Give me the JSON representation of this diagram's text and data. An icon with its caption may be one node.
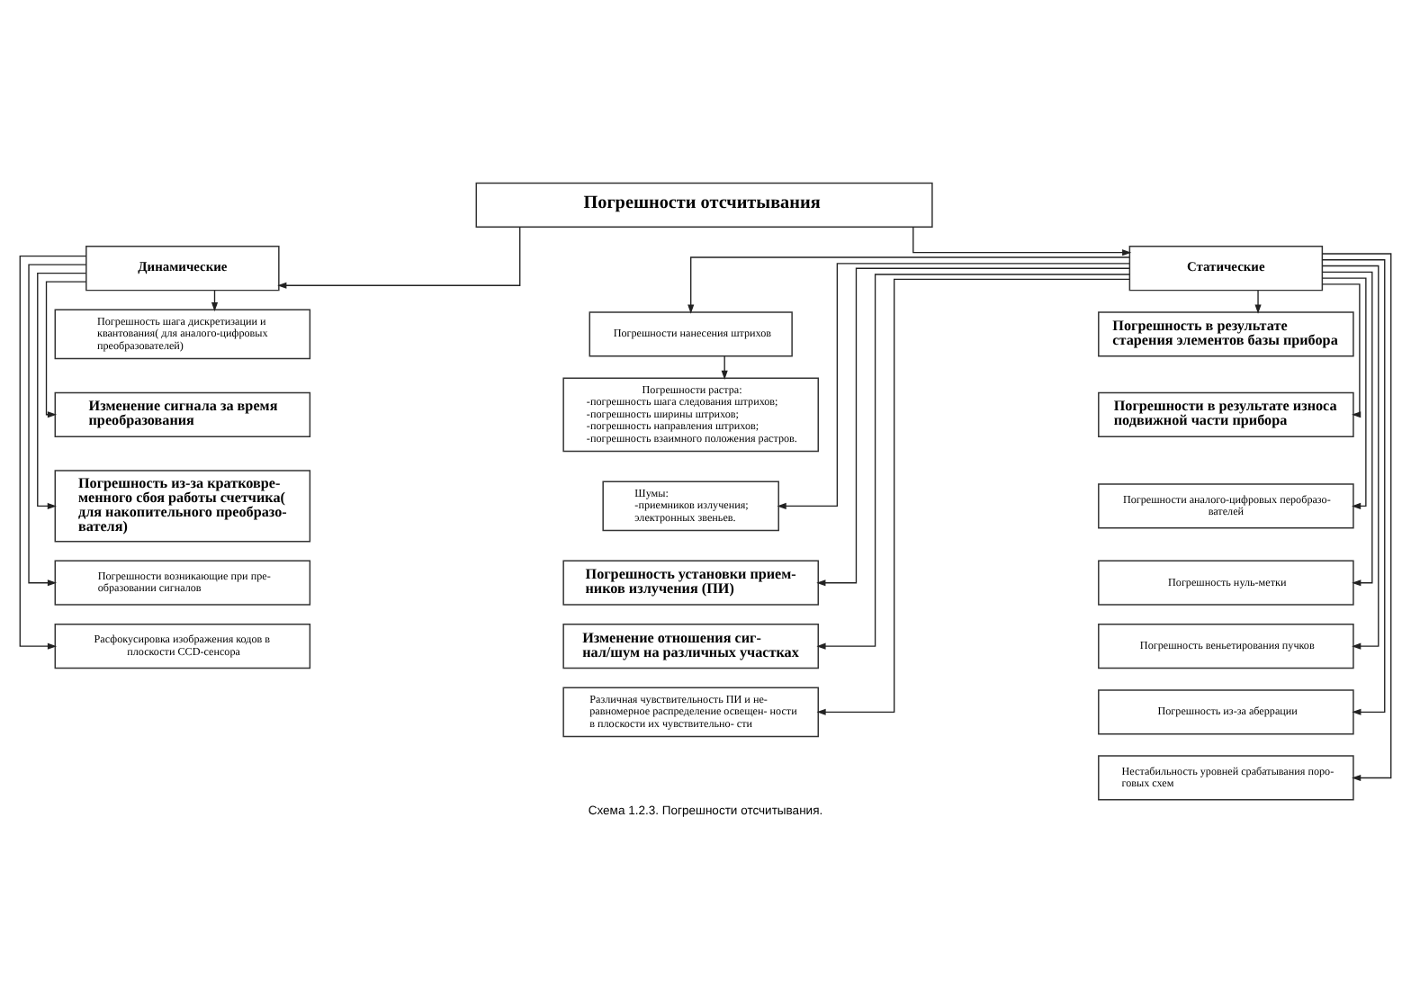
{
  "diagram": {
    "caption": "Схема 1.2.3. Погрешности отсчитывания.",
    "nodes": [
      {
        "text": [
          "Погрешности отсчитывания"
        ]
      },
      {
        "text": [
          "Динамические"
        ]
      },
      {
        "text": [
          "Статические"
        ]
      },
      {
        "text": [
          "Погрешность шага дискретизации и квантования( для аналого-цифровых преобразователей)"
        ]
      },
      {
        "text": [
          "Изменение сигнала за время преобразования"
        ]
      },
      {
        "text": [
          "Погрешность из-за кратковре- менного сбоя работы счетчика( для накопительного преобразо- вателя)"
        ]
      },
      {
        "text": [
          "Погрешности возникающие при пре- образовании сигналов"
        ]
      },
      {
        "text": [
          "Расфокусировка изображения кодов в плоскости CCD-сенсора"
        ]
      },
      {
        "text": [
          "Погрешности нанесения штрихов"
        ]
      },
      {
        "text": [
          "Погрешности растра:",
          "-погрешность шага следования штрихов;",
          "-погрешность ширины штрихов;",
          "-погрешность направления штрихов;",
          "-погрешность взаимного положения растров."
        ]
      },
      {
        "text": [
          "Шумы:",
          "-приемников излучения;",
          "электронных звеньев."
        ]
      },
      {
        "text": [
          "Погрешность установки прием- ников излучения (ПИ)"
        ]
      },
      {
        "text": [
          "Изменение отношения сиг- нал/шум на различных участках"
        ]
      },
      {
        "text": [
          "Различная чувствительность ПИ и не- равномерное распределение освещен- ности в плоскости их чувствительно- сти"
        ]
      },
      {
        "text": [
          "Погрешность в результате старения элементов базы прибора"
        ]
      },
      {
        "text": [
          "Погрешности в результате износа подвижной части прибора"
        ]
      },
      {
        "text": [
          "Погрешности аналого-цифровых перобразо- вателей"
        ]
      },
      {
        "text": [
          "Погрешность нуль-метки"
        ]
      },
      {
        "text": [
          "Погрешность веньетирования пучков"
        ]
      },
      {
        "text": [
          "Погрешность из-за аберрации"
        ]
      },
      {
        "text": [
          "Нестабильность уровней срабатывания поро- говых схем"
        ]
      }
    ],
    "edges": [
      {
        "from": 0,
        "to": 1,
        "arrow": "to"
      },
      {
        "from": 0,
        "to": 2,
        "arrow": "to"
      },
      {
        "from": 1,
        "to": 3,
        "arrow": "to"
      },
      {
        "from": 1,
        "to": 4,
        "arrow": "to"
      },
      {
        "from": 1,
        "to": 5,
        "arrow": "to"
      },
      {
        "from": 1,
        "to": 6,
        "arrow": "to"
      },
      {
        "from": 1,
        "to": 7,
        "arrow": "to"
      },
      {
        "from": 2,
        "to": 8,
        "arrow": "to"
      },
      {
        "from": 8,
        "to": 9,
        "arrow": "to"
      },
      {
        "from": 2,
        "to": 10,
        "arrow": "to"
      },
      {
        "from": 2,
        "to": 11,
        "arrow": "to"
      },
      {
        "from": 2,
        "to": 12,
        "arrow": "to"
      },
      {
        "from": 2,
        "to": 13,
        "arrow": "to"
      },
      {
        "from": 2,
        "to": 14,
        "arrow": "to"
      },
      {
        "from": 2,
        "to": 15,
        "arrow": "to"
      },
      {
        "from": 2,
        "to": 16,
        "arrow": "to"
      },
      {
        "from": 2,
        "to": 17,
        "arrow": "to"
      },
      {
        "from": 2,
        "to": 18,
        "arrow": "to"
      },
      {
        "from": 2,
        "to": 19,
        "arrow": "to"
      },
      {
        "from": 2,
        "to": 20,
        "arrow": "to"
      }
    ]
  }
}
